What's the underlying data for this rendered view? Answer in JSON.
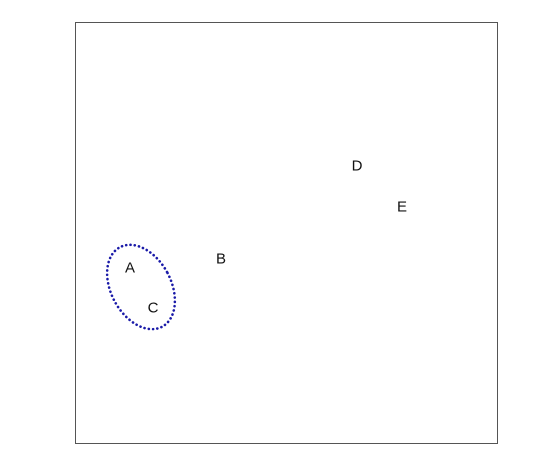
{
  "diagram": {
    "points": [
      {
        "id": "A",
        "label": "A"
      },
      {
        "id": "B",
        "label": "B"
      },
      {
        "id": "C",
        "label": "C"
      },
      {
        "id": "D",
        "label": "D"
      },
      {
        "id": "E",
        "label": "E"
      }
    ],
    "cluster": {
      "members": [
        "A",
        "C"
      ],
      "line_style": "dotted",
      "color": "#1a1aa8"
    },
    "frame_color": "#555555"
  }
}
